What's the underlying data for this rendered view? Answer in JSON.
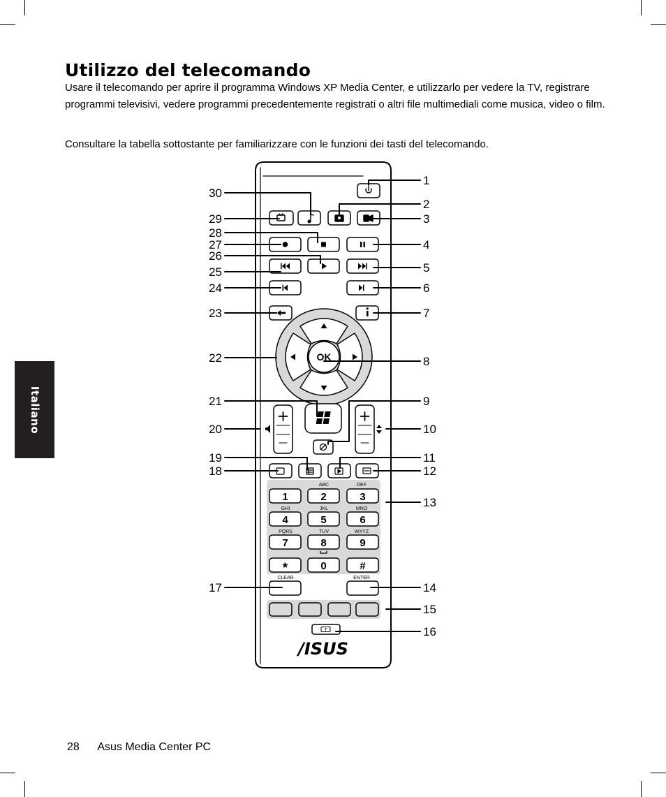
{
  "tab_label": "Italiano",
  "title": "Utilizzo del telecomando",
  "intro": "Usare il telecomando per aprire il programma Windows XP Media Center, e utilizzarlo per vedere la TV, registrare programmi televisivi, vedere programmi precedentemente registrati o altri file multimediali come musica, video o film.",
  "instruction": "Consultare la tabella sottostante per familiarizzare con le funzioni dei tasti del telecomando.",
  "footer": {
    "page_number": "28",
    "book_title": "Asus Media Center PC"
  },
  "remote": {
    "ok_label": "OK",
    "brand": "/ISUS",
    "keypad": {
      "letters": [
        "ABC",
        "DEF",
        "GHI",
        "JKL",
        "MNO",
        "PQRS",
        "TUV",
        "WXYZ"
      ],
      "digits": [
        "1",
        "2",
        "3",
        "4",
        "5",
        "6",
        "7",
        "8",
        "9",
        "0"
      ],
      "star": "*",
      "hash": "#",
      "clear": "CLEAR",
      "enter": "ENTER"
    },
    "teletext_label": "T",
    "callouts_left": [
      "30",
      "29",
      "28",
      "27",
      "26",
      "25",
      "24",
      "23",
      "22",
      "21",
      "20",
      "19",
      "18",
      "17"
    ],
    "callouts_right": [
      "1",
      "2",
      "3",
      "4",
      "5",
      "6",
      "7",
      "8",
      "9",
      "10",
      "11",
      "12",
      "13",
      "14",
      "15",
      "16"
    ]
  }
}
